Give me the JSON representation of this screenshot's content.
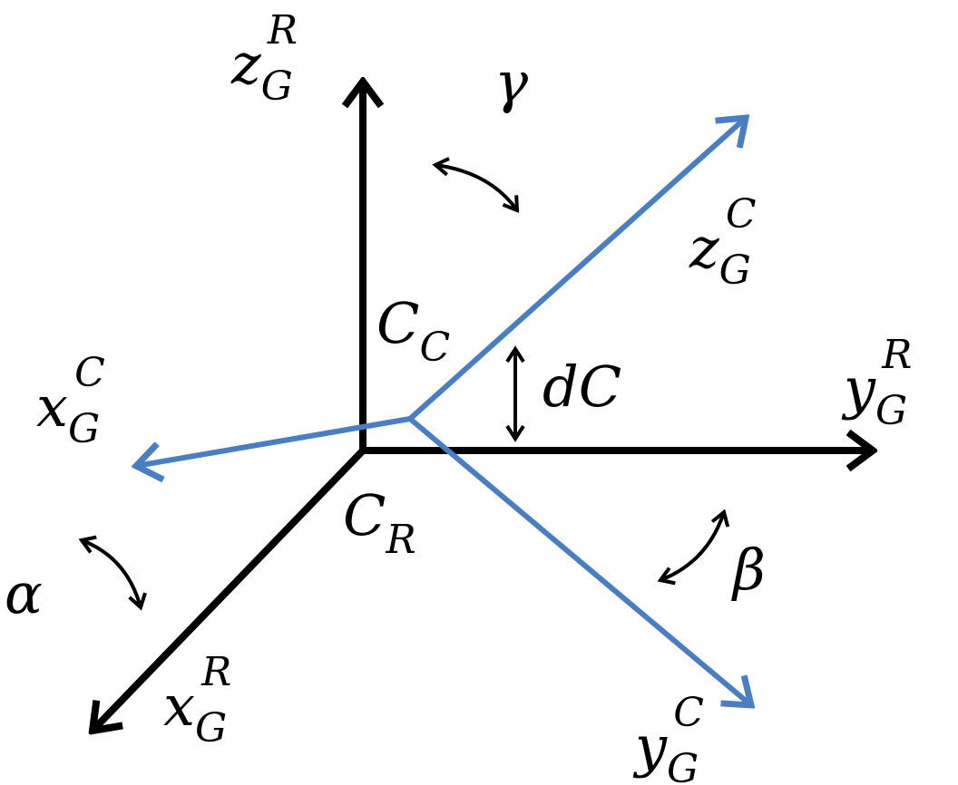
{
  "colors": {
    "reference": "#000000",
    "camera": "#4a7ec2"
  },
  "labels": {
    "zGR": {
      "base": "z",
      "sub": "G",
      "sup": "R"
    },
    "yGR": {
      "base": "y",
      "sub": "G",
      "sup": "R"
    },
    "xGR": {
      "base": "x",
      "sub": "G",
      "sup": "R"
    },
    "zGC": {
      "base": "z",
      "sub": "G",
      "sup": "C"
    },
    "yGC": {
      "base": "y",
      "sub": "G",
      "sup": "C"
    },
    "xGC": {
      "base": "x",
      "sub": "G",
      "sup": "C"
    },
    "CC": {
      "base": "C",
      "sub": "C"
    },
    "CR": {
      "base": "C",
      "sub": "R"
    },
    "dC": "dC",
    "gamma": "γ",
    "beta": "β",
    "alpha": "α"
  }
}
